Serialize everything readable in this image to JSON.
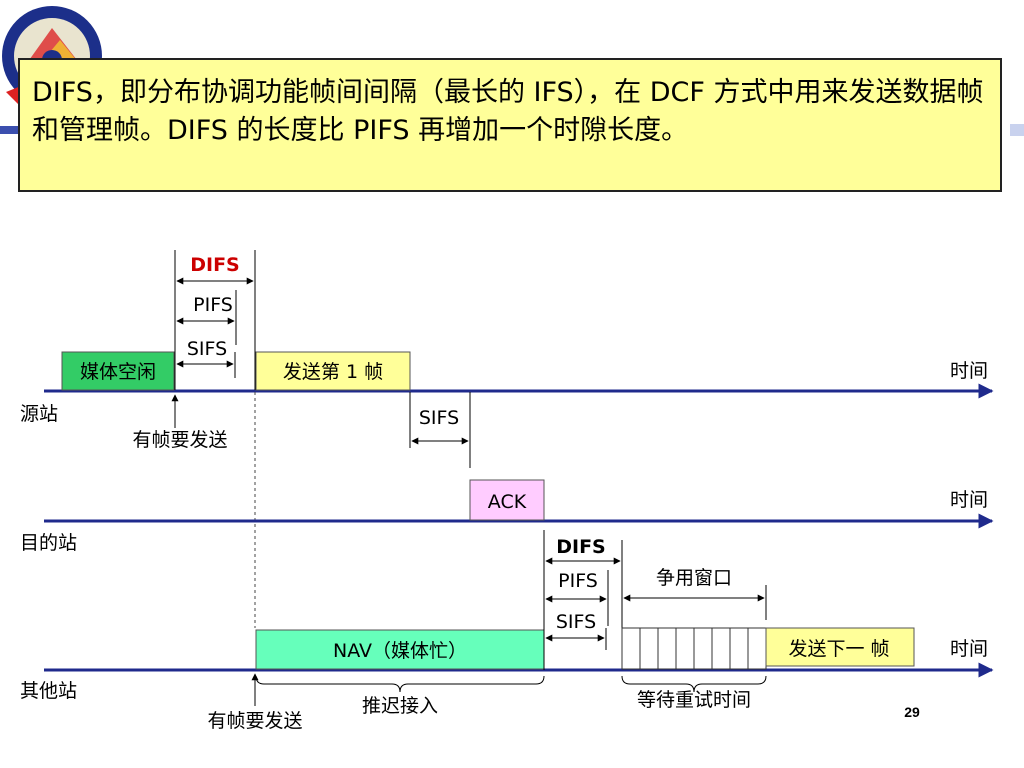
{
  "callout": {
    "text": "DIFS，即分布协调功能帧间间隔（最长的 IFS），在 DCF 方式中用来发送数据帧和管理帧。DIFS 的长度比 PIFS 再增加一个时隙长度。"
  },
  "timeline_labels": {
    "source_station": "源站",
    "destination_station": "目的站",
    "other_stations": "其他站",
    "time": "时间"
  },
  "source": {
    "difs": "DIFS",
    "pifs": "PIFS",
    "sifs": "SIFS",
    "medium_idle": "媒体空闲",
    "send_first_frame": "发送第 1 帧",
    "has_frame_to_send": "有帧要发送"
  },
  "destination": {
    "sifs": "SIFS",
    "ack": "ACK"
  },
  "others": {
    "difs": "DIFS",
    "pifs": "PIFS",
    "sifs": "SIFS",
    "contention_window": "争用窗口",
    "nav": "NAV（媒体忙）",
    "send_next_frame": "发送下一 帧",
    "has_frame_to_send": "有帧要发送",
    "deferred_access": "推迟接入",
    "backoff_wait": "等待重试时间"
  },
  "page_number": "29",
  "colors": {
    "timeline": "#1f2a8c",
    "medium_idle_fill": "#33cc66",
    "frame_fill": "#ffff99",
    "ack_fill": "#ffccff",
    "nav_fill": "#66ffbb",
    "difs_text": "#cc0000",
    "callout_fill": "#ffff99"
  }
}
